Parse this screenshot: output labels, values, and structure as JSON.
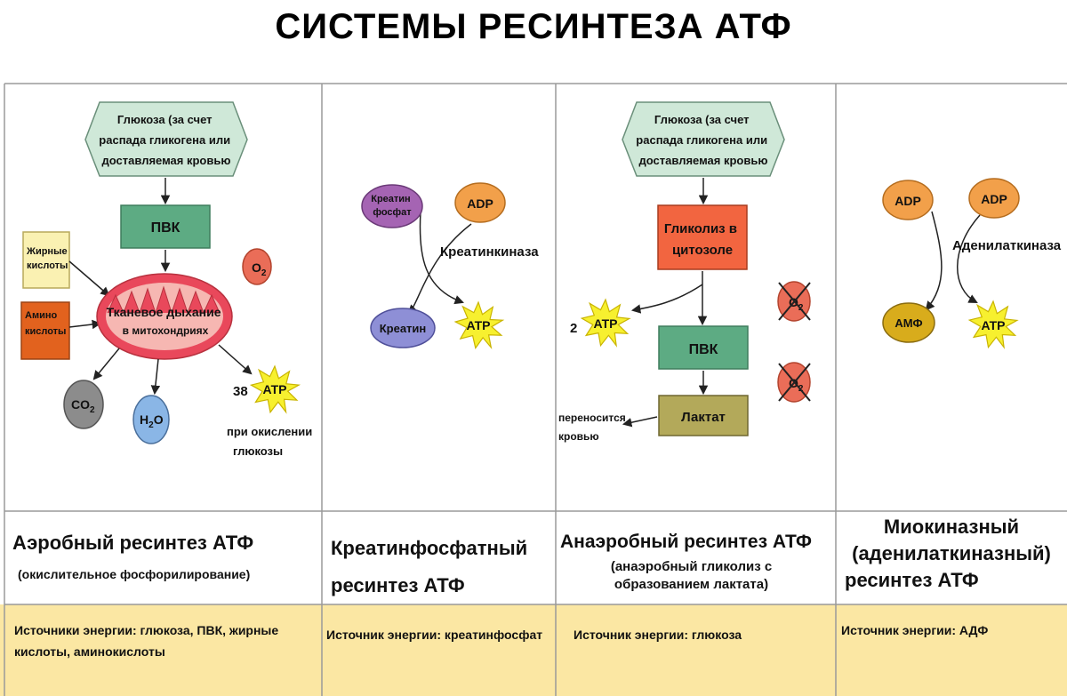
{
  "title": "СИСТЕМЫ РЕСИНТЕЗА АТФ",
  "colors": {
    "glucose_box": "#cfe8d8",
    "pvk_box": "#5dab83",
    "glycolysis_box": "#f26540",
    "lactate_box": "#b3a95a",
    "mito": "#e9485b",
    "adp": "#f2a04a",
    "atp_star": "#f7f02f",
    "creatine_phosphate": "#a564b3",
    "creatine": "#8e8fd6",
    "amf": "#d8ac1c",
    "footer": "#fbe7a3",
    "o2": "#ea6d58"
  },
  "aerobic": {
    "glucose_lines": [
      "Глюкоза (за счет",
      "распада гликогена или",
      "доставляемая кровью"
    ],
    "pvk": "ПВК",
    "fatty_acids": [
      "Жирные",
      "кислоты"
    ],
    "amino_acids": [
      "Амино",
      "кислоты"
    ],
    "mito_lines": [
      "Тканевое дыхание",
      "в митохондриях"
    ],
    "o2": "O",
    "o2_sub": "2",
    "co2": "CO",
    "co2_sub": "2",
    "h2o_h": "H",
    "h2o_sub": "2",
    "h2o_o": "O",
    "atp_count": "38",
    "atp": "ATP",
    "note_lines": [
      "при окислении",
      "глюкозы"
    ],
    "caption_title": "Аэробный ресинтез АТФ",
    "caption_sub": "(окислительное фосфорилирование)",
    "source": [
      "Источники энергии: глюкоза, ПВК, жирные",
      "кислоты, аминокислоты"
    ]
  },
  "creatine": {
    "creatine_phosphate_lines": [
      "Креатин",
      "фосфат"
    ],
    "adp": "ADP",
    "enzyme": "Креатинкиназа",
    "creatine": "Креатин",
    "atp": "ATP",
    "caption_lines": [
      "Креатинфосфатный",
      "ресинтез АТФ"
    ],
    "source": [
      "Источник энергии: креатинфосфат"
    ]
  },
  "anaerobic": {
    "glucose_lines": [
      "Глюкоза (за счет",
      "распада гликогена или",
      "доставляемая кровью"
    ],
    "glycolysis_lines": [
      "Гликолиз в",
      "цитозоле"
    ],
    "atp_count": "2",
    "atp": "ATP",
    "pvk": "ПВК",
    "lactate": "Лактат",
    "transport_lines": [
      "переносится",
      "кровью"
    ],
    "o2": "O",
    "o2_sub": "2",
    "caption_title": "Анаэробный ресинтез АТФ",
    "caption_sub": [
      "(анаэробный гликолиз с",
      "образованием лактата)"
    ],
    "source": [
      "Источник энергии: глюкоза"
    ]
  },
  "myokinase": {
    "adp": "ADP",
    "enzyme": "Аденилаткиназа",
    "amf": "АМФ",
    "atp": "ATP",
    "caption_lines": [
      "Миокиназный",
      "(аденилаткиназный)",
      "ресинтез АТФ"
    ],
    "source": [
      "Источник энергии: АДФ"
    ]
  }
}
